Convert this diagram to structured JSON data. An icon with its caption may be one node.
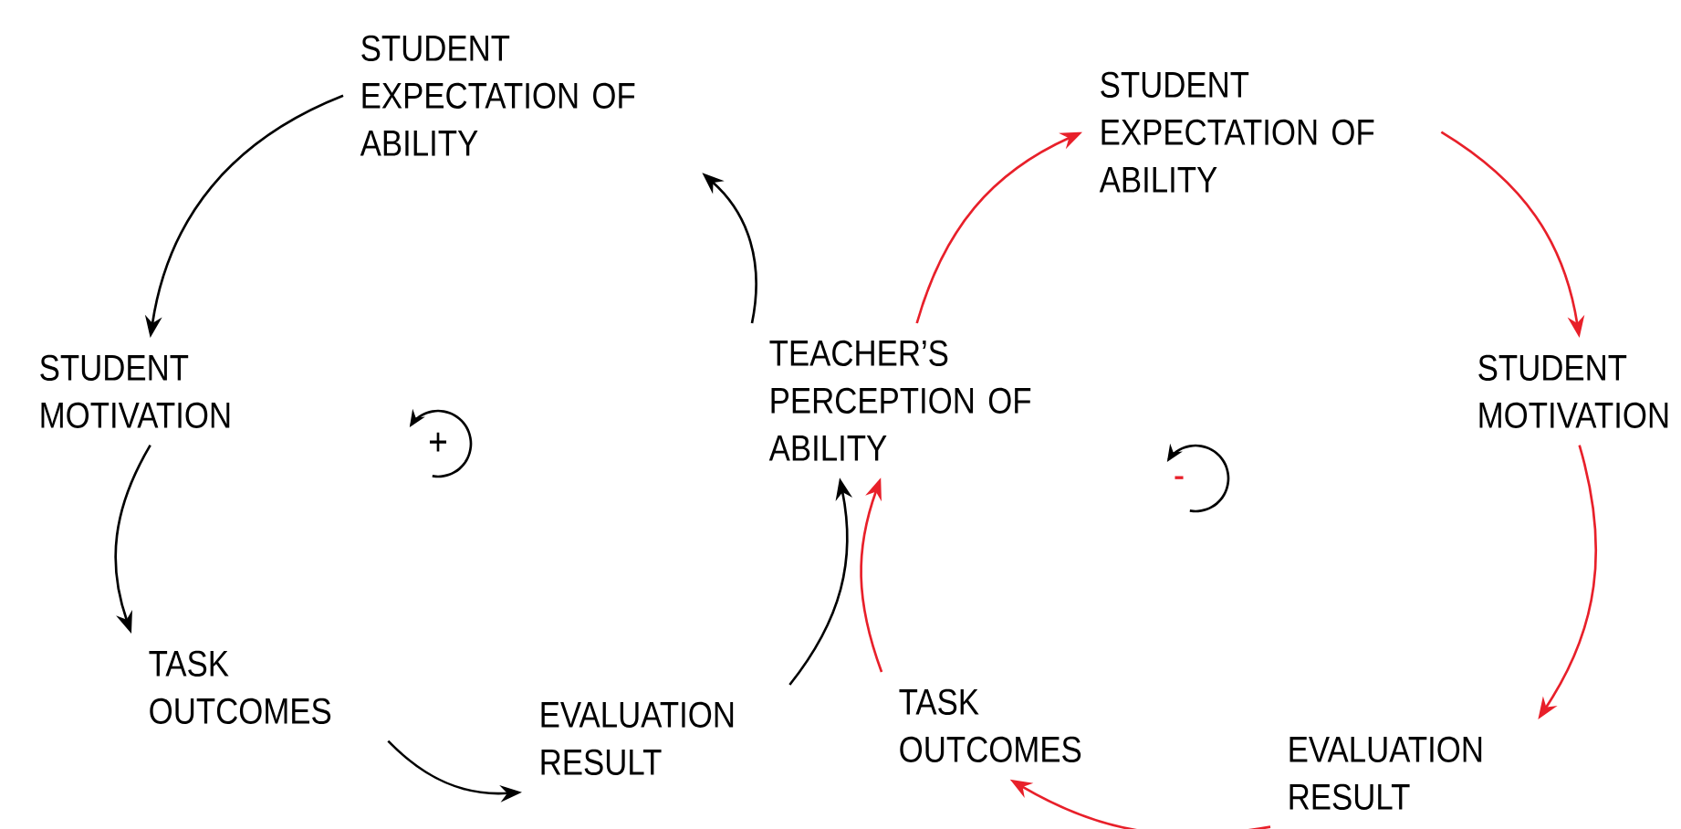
{
  "diagram": {
    "nodes": [
      {
        "text": [
          "STUDENT EXPECTATION OF ABILITY"
        ]
      },
      {
        "text": [
          "STUDENT EXPECTATION OF ABILITY"
        ]
      },
      {
        "text": [
          "STUDENT MOTIVATION"
        ]
      },
      {
        "text": [
          "TEACHER’S PERCEPTION OF ABILITY"
        ]
      },
      {
        "text": [
          "STUDENT MOTIVATION"
        ]
      },
      {
        "text": [
          "TASK OUTCOMES"
        ]
      },
      {
        "text": [
          "EVALUATION RESULT"
        ]
      },
      {
        "text": [
          "TASK OUTCOMES"
        ]
      },
      {
        "text": [
          "EVALUATION RESULT"
        ]
      }
    ],
    "edges": [
      {
        "from": 3,
        "to": 0,
        "arrow": "to"
      },
      {
        "from": 0,
        "to": 2,
        "arrow": "to"
      },
      {
        "from": 2,
        "to": 5,
        "arrow": "to"
      },
      {
        "from": 5,
        "to": 6,
        "arrow": "to"
      },
      {
        "from": 6,
        "to": 3,
        "arrow": "to"
      },
      {
        "from": 3,
        "to": 1,
        "arrow": "to",
        "color": "#e8202a"
      },
      {
        "from": 1,
        "to": 4,
        "arrow": "to",
        "color": "#e8202a"
      },
      {
        "from": 4,
        "to": 8,
        "arrow": "to",
        "color": "#e8202a"
      },
      {
        "from": 8,
        "to": 7,
        "arrow": "to",
        "color": "#e8202a"
      },
      {
        "from": 7,
        "to": 3,
        "arrow": "to",
        "color": "#e8202a"
      }
    ],
    "labels": [
      "+",
      "-"
    ]
  }
}
